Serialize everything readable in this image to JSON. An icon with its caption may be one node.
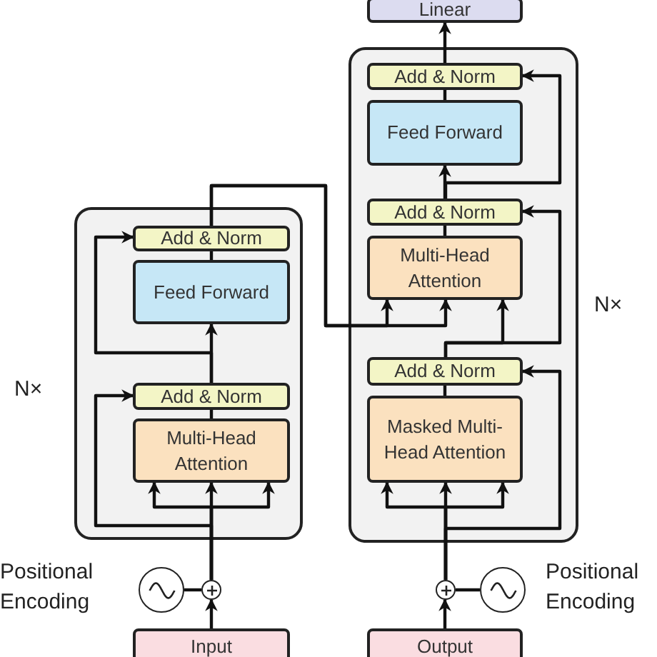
{
  "diagram": {
    "nodes": [
      {
        "text": [],
        "shape": "box",
        "beside": [
          "N×"
        ]
      },
      {
        "text": [
          "Add & Norm"
        ],
        "in": 0
      },
      {
        "text": [
          "Feed Forward"
        ],
        "in": 0
      },
      {
        "text": [
          "Add & Norm"
        ],
        "in": 0
      },
      {
        "text": [
          "Multi-Head Attention"
        ],
        "in": 0
      },
      {
        "text": [],
        "shape": "circle",
        "beside": [
          "Positional Encoding"
        ]
      },
      {
        "text": [],
        "shape": "circle"
      },
      {
        "text": [
          "Input"
        ]
      },
      {
        "text": [],
        "shape": "box",
        "beside": [
          "N×"
        ]
      },
      {
        "text": [
          "Add & Norm"
        ],
        "in": 8
      },
      {
        "text": [
          "Feed Forward"
        ],
        "in": 8
      },
      {
        "text": [
          "Add & Norm"
        ],
        "in": 8
      },
      {
        "text": [
          "Multi-Head Attention"
        ],
        "in": 8
      },
      {
        "text": [
          "Add & Norm"
        ],
        "in": 8
      },
      {
        "text": [
          "Masked Multi-Head Attention"
        ],
        "in": 8
      },
      {
        "text": [],
        "shape": "circle",
        "beside": [
          "Positional Encoding"
        ]
      },
      {
        "text": [],
        "shape": "circle"
      },
      {
        "text": [
          "Output"
        ]
      },
      {
        "text": [
          "Linear"
        ]
      }
    ],
    "edges": [
      {
        "from": 7,
        "to": 6,
        "arrow": "to"
      },
      {
        "from": 5,
        "to": 6,
        "arrow": "none"
      },
      {
        "from": 6,
        "to": 4,
        "arrow": "to"
      },
      {
        "from": 6,
        "to": 4,
        "arrow": "to"
      },
      {
        "from": 6,
        "to": 4,
        "arrow": "to"
      },
      {
        "from": 6,
        "to": 3,
        "arrow": "to"
      },
      {
        "from": 4,
        "to": 3,
        "arrow": "none"
      },
      {
        "from": 3,
        "to": 2,
        "arrow": "to"
      },
      {
        "from": 3,
        "to": 1,
        "arrow": "to"
      },
      {
        "from": 2,
        "to": 1,
        "arrow": "none"
      },
      {
        "from": 1,
        "to": 12,
        "arrow": "to"
      },
      {
        "from": 1,
        "to": 12,
        "arrow": "to"
      },
      {
        "from": 17,
        "to": 16,
        "arrow": "to"
      },
      {
        "from": 15,
        "to": 16,
        "arrow": "none"
      },
      {
        "from": 16,
        "to": 14,
        "arrow": "to"
      },
      {
        "from": 16,
        "to": 14,
        "arrow": "to"
      },
      {
        "from": 16,
        "to": 14,
        "arrow": "to"
      },
      {
        "from": 16,
        "to": 13,
        "arrow": "to"
      },
      {
        "from": 14,
        "to": 13,
        "arrow": "none"
      },
      {
        "from": 13,
        "to": 12,
        "arrow": "to"
      },
      {
        "from": 13,
        "to": 11,
        "arrow": "to"
      },
      {
        "from": 12,
        "to": 11,
        "arrow": "none"
      },
      {
        "from": 11,
        "to": 10,
        "arrow": "to"
      },
      {
        "from": 11,
        "to": 9,
        "arrow": "to"
      },
      {
        "from": 10,
        "to": 9,
        "arrow": "none"
      },
      {
        "from": 9,
        "to": 18,
        "arrow": "to"
      }
    ]
  }
}
